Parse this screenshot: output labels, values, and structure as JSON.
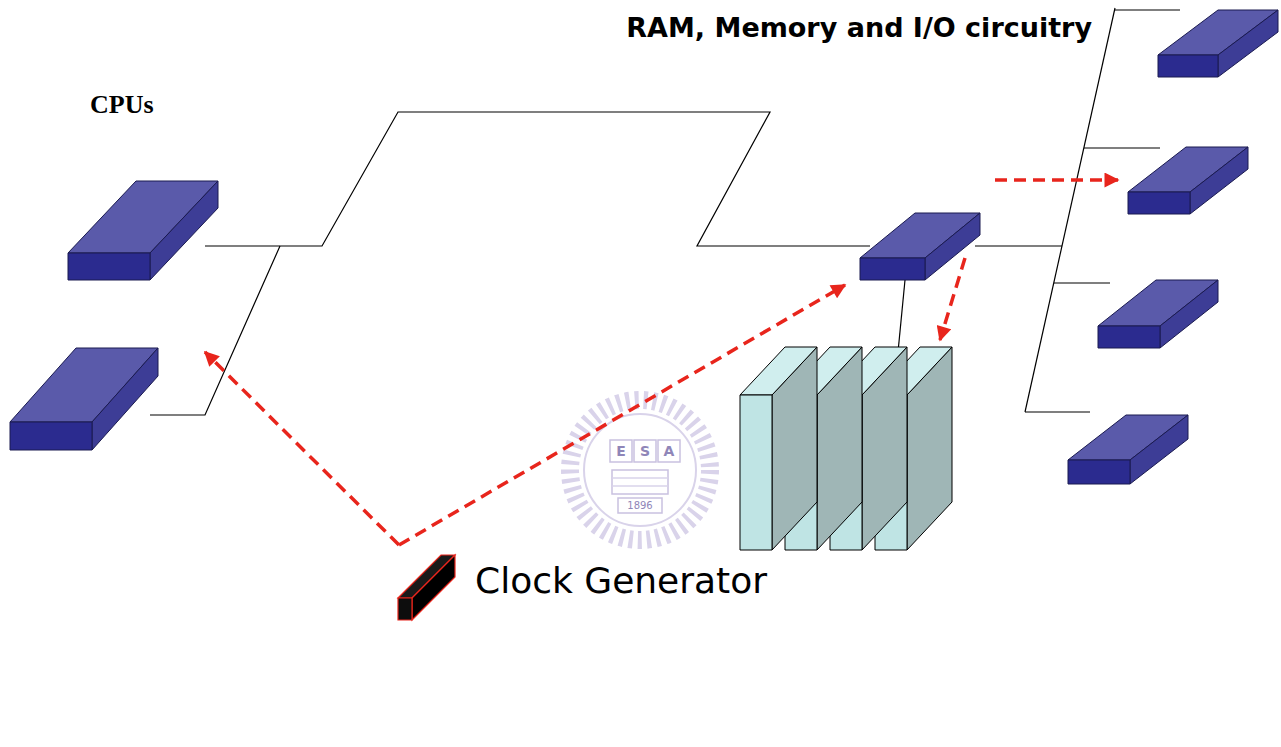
{
  "diagram": {
    "nodes": [
      {
        "text": [
          "CPUs"
        ]
      },
      {
        "text": [
          "RAM, Memory and I/O circuitry"
        ]
      },
      {
        "text": [
          "Clock Generator"
        ]
      }
    ],
    "edges": [
      {
        "from": 2,
        "to": 0,
        "arrow": "to"
      },
      {
        "from": 2,
        "to": 1,
        "arrow": "to"
      }
    ],
    "labels": [
      "E",
      "S",
      "A",
      "1896"
    ]
  }
}
